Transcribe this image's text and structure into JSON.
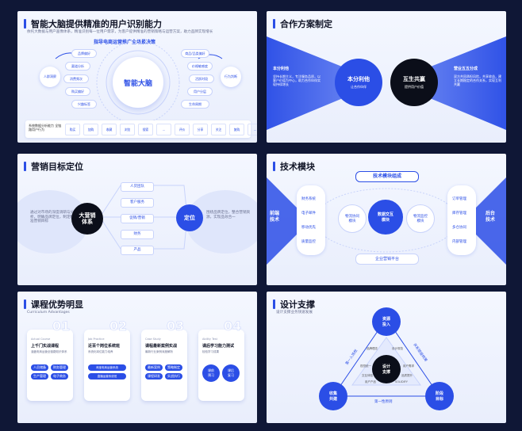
{
  "colors": {
    "accent": "#2b4ee6",
    "dark": "#101426",
    "bg": "#0f1736"
  },
  "p1": {
    "title": "智能大脑提供精准的用户识别能力",
    "subtitle": "依托大数据与用户画像体系，精准识别每一位用户需求，为客户提供精准的营销策略与运营方案，助力品牌实现增长",
    "heading": "指导电商运营推广全场景决策",
    "center": "智能大脑",
    "left_node": "人群洞察",
    "right_node": "行为判断",
    "left_pills": [
      "品牌偏好",
      "渠道分析",
      "消费频次",
      "购买偏好",
      "兴趣标签"
    ],
    "right_pills": [
      "商品/品类偏好",
      "价格敏感度",
      "活跃时段",
      "用户分层",
      "生命周期"
    ],
    "bottom_label": "系统数据分析能力 全链路用户行为",
    "bottom_chips": [
      "购买",
      "加购",
      "收藏",
      "浏览",
      "搜索",
      "…",
      "评价",
      "分享",
      "关注",
      "复购",
      "…"
    ]
  },
  "p2": {
    "title": "合作方案制定",
    "left_circle_title": "本分利他",
    "left_circle_sub": "让合作伙伴",
    "right_circle_title": "互生共赢",
    "right_circle_sub": "提供用户价值",
    "left_text_title": "本分利他",
    "left_text": "坚持长期主义，专注服务品质，以客户价值为中心，助力合作伙伴实现持续增长",
    "right_text_title": "营业五五分成",
    "right_text": "双方共同承担风险，共享收益，建立长期稳定的合作关系，实现互利共赢"
  },
  "p3": {
    "title": "营销目标定位",
    "center": "大营销\n体系",
    "right": "定位",
    "left_text": "通过对市场的深度调研与分析，明确品牌定位，制定精准营销目标",
    "right_text": "围绕品牌定位，整合营销资源，实现品效合一",
    "items": [
      "人货团队",
      "客户服务",
      "促销/营销",
      "财务",
      "产品"
    ]
  },
  "p4": {
    "title": "技术模块",
    "heading": "技术模块组成",
    "left_side": "前端\n技术",
    "right_side": "后台\n技术",
    "left_items": [
      "财务系统",
      "电子邮件",
      "移动优先",
      "质量监控"
    ],
    "right_items": [
      "订单管理",
      "库存管理",
      "多仓协同",
      "内部管理"
    ],
    "center": "数据交互\n模块",
    "left_center": "物流协同\n模块",
    "right_center": "物流监控\n模块",
    "bottom": "企业营销平台"
  },
  "p5": {
    "title": "课程优势明显",
    "subtitle": "Curriculum Advantages",
    "cards": [
      {
        "num": "01",
        "en": "Actual Course",
        "title": "上千门实战课程",
        "desc": "涵盖电商运营全链路知识体系",
        "buttons": [
          "人员储备",
          "财务管理",
          "生产管理",
          "电子商务"
        ]
      },
      {
        "num": "02",
        "en": "Job Practice",
        "title": "近百个岗位系统班",
        "desc": "系统化岗位能力培养",
        "buttons": [
          "淘宝电商运营系统",
          "直播运营系统班"
        ]
      },
      {
        "num": "03",
        "en": "Case Study",
        "title": "课程最新案例实战",
        "desc": "最新行业案例深度解析",
        "buttons": [
          "最新案例",
          "策略制定",
          "课程研发",
          "实战执行"
        ]
      },
      {
        "num": "04",
        "en": "Ability Test",
        "title": "课后学习能力测试",
        "desc": "检验学习成果",
        "buttons": [
          "课前\n预习",
          "课后\n复习"
        ]
      }
    ]
  },
  "p6": {
    "title": "设计支撑",
    "subtitle": "设计支撑业务快速发展",
    "top": "资源\n投入",
    "left": "收集\n共建",
    "right": "阶段\n目标",
    "center": "设计\n支撑",
    "edge_left": "第一入场权",
    "edge_right": "关系链接统筹",
    "edge_bottom": "第一性原则",
    "inner": [
      "品牌理念",
      "设计规范",
      "视觉统一",
      "用户需求",
      "交互体验",
      "品质提升",
      "用户产品",
      "SOLIDIFY"
    ]
  }
}
